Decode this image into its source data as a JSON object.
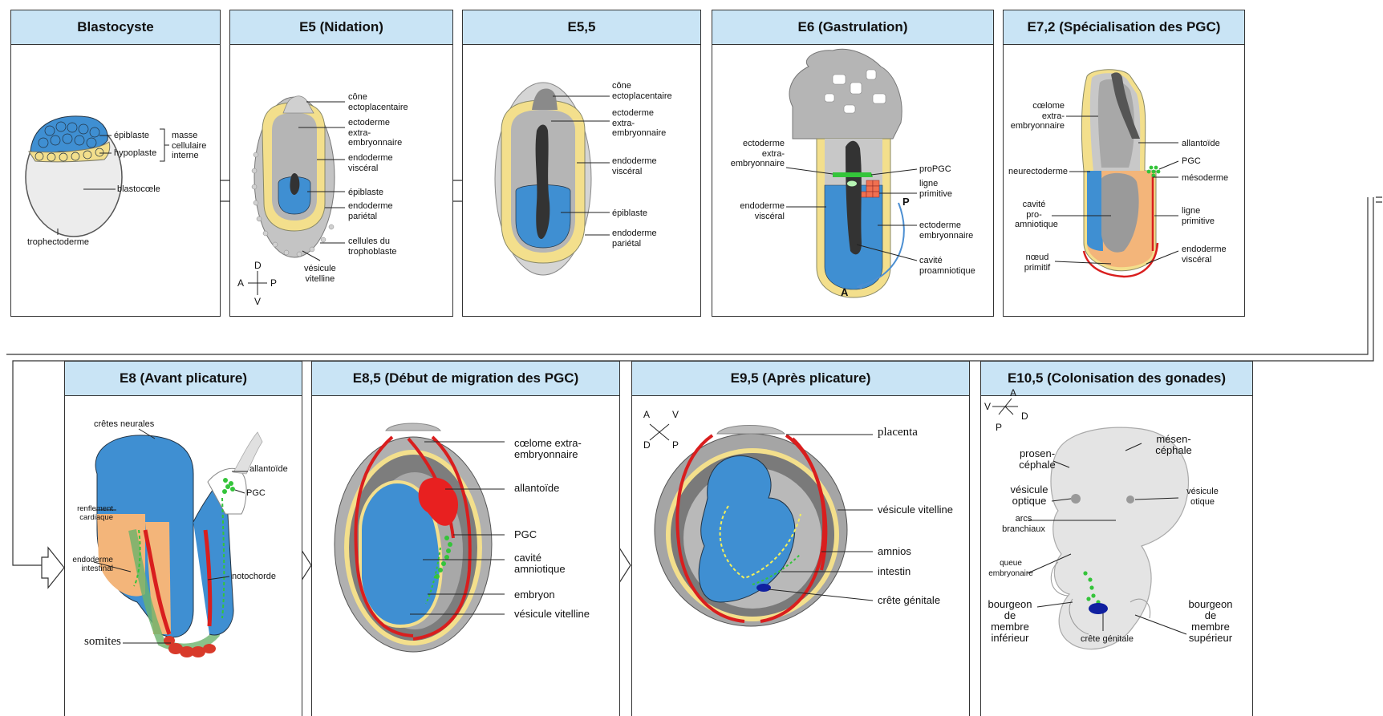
{
  "colors": {
    "header": "#c9e4f5",
    "blue": "#3f8fd2",
    "yellow": "#f3df8c",
    "gray": "#b5b5b5",
    "darkgray": "#333333",
    "red": "#d91e1e",
    "orange": "#f3b57a",
    "green": "#34c43a",
    "salmon": "#f07050"
  },
  "panels": {
    "p1": {
      "title": "Blastocyste",
      "labels": {
        "epiblaste": "épiblaste",
        "hypoplaste": "hypoplaste",
        "masse": "masse\ncellulaire\ninterne",
        "blastocoele": "blastocœle",
        "trophectoderme": "trophectoderme"
      }
    },
    "p2": {
      "title": "E5 (Nidation)",
      "labels": {
        "cone": "cône\nectoplacentaire",
        "ecto": "ectoderme\nextra-\nembryonnaire",
        "endovisc": "endoderme\nviscéral",
        "epiblaste": "épiblaste",
        "endopar": "endoderme\npariétal",
        "cellules": "cellules du\ntrophoblaste",
        "vesicule": "vésicule\nvitelline",
        "axD": "D",
        "axA": "A",
        "axP": "P",
        "axV": "V"
      }
    },
    "p3": {
      "title": "E5,5",
      "labels": {
        "cone": "cône\nectoplacentaire",
        "ecto": "ectoderme\nextra-\nembryonnaire",
        "endovisc": "endoderme\nviscéral",
        "epiblaste": "épiblaste",
        "endopar": "endoderme\npariétal"
      }
    },
    "p4": {
      "title": "E6 (Gastrulation)",
      "labels": {
        "ecto": "ectoderme\nextra-\nembryonnaire",
        "endovisc": "endoderme\nviscéral",
        "propgc": "proPGC",
        "ligne": "ligne\nprimitive",
        "ectoemb": "ectoderme\nembryonnaire",
        "cavite": "cavité\nproamniotique",
        "P": "P",
        "A": "A"
      }
    },
    "p5": {
      "title": "E7,2 (Spécialisation des PGC)",
      "labels": {
        "coelome": "cœlome\nextra-\nembryonnaire",
        "allantoide": "allantoïde",
        "pgc": "PGC",
        "mesoderme": "mésoderme",
        "neurecto": "neurectoderme",
        "cavite": "cavité\npro-\namniotique",
        "ligne": "ligne\nprimitive",
        "noeud": "nœud\nprimitif",
        "endovisc": "endoderme\nviscéral"
      }
    },
    "p6": {
      "title": "E8 (Avant plicature)",
      "labels": {
        "cretes": "crêtes neurales",
        "allantoide": "allantoïde",
        "pgc": "PGC",
        "renflement": "renflement\ncardiaque",
        "endointest": "endoderme\nintestinal",
        "notochorde": "notochorde",
        "somites": "somites"
      }
    },
    "p7": {
      "title": "E8,5 (Début de migration des PGC)",
      "labels": {
        "coelome": "cœlome extra-\nembryonnaire",
        "allantoide": "allantoïde",
        "pgc": "PGC",
        "cavite": "cavité\namniotique",
        "embryon": "embryon",
        "vesicule": "vésicule vitelline"
      }
    },
    "p8": {
      "title": "E9,5 (Après plicature)",
      "labels": {
        "placenta": "placenta",
        "vesicule": "vésicule vitelline",
        "amnios": "amnios",
        "intestin": "intestin",
        "crete": "crête génitale",
        "axA": "A",
        "axV": "V",
        "axD": "D",
        "axP": "P"
      }
    },
    "p9": {
      "title": "E10,5 (Colonisation des gonades)",
      "labels": {
        "mesen": "mésen-\ncéphale",
        "prosen": "prosen-\ncéphale",
        "vesopt": "vésicule\noptique",
        "vesot": "vésicule\notique",
        "arcs": "arcs\nbranchiaux",
        "queue": "queue\nembryonaire",
        "bourgInf": "bourgeon\nde\nmembre\ninférieur",
        "crete": "crête génitale",
        "bourgSup": "bourgeon\nde\nmembre\nsupérieur",
        "axA": "A",
        "axV": "V",
        "axD": "D",
        "axP": "P"
      }
    }
  }
}
